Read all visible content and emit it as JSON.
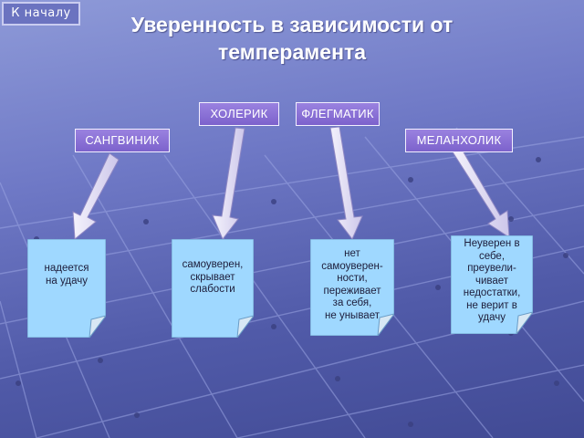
{
  "nav": {
    "back_label": "К началу"
  },
  "title": "Уверенность в зависимости от темперамента",
  "temperaments": {
    "choleric": "ХОЛЕРИК",
    "phlegmatic": "ФЛЕГМАТИК",
    "sanguine": "САНГВИНИК",
    "melancholic": "МЕЛАНХОЛИК"
  },
  "notes": {
    "sanguine": [
      "надеется",
      "на удачу"
    ],
    "choleric": [
      "самоуверен,",
      "скрывает",
      "слабости"
    ],
    "phlegmatic": [
      "нет",
      "самоуверен-",
      "ности,",
      "переживает",
      "за себя,",
      "не унывает"
    ],
    "melancholic": [
      "Неуверен в",
      "себе,",
      "преувели-",
      "чивает",
      "недостатки,",
      "не верит в",
      "удачу"
    ]
  },
  "colors": {
    "note_fill": "#9fd8ff",
    "temperament_fill": "#8a70d6",
    "arrow_fill": "#e6e2f6"
  }
}
